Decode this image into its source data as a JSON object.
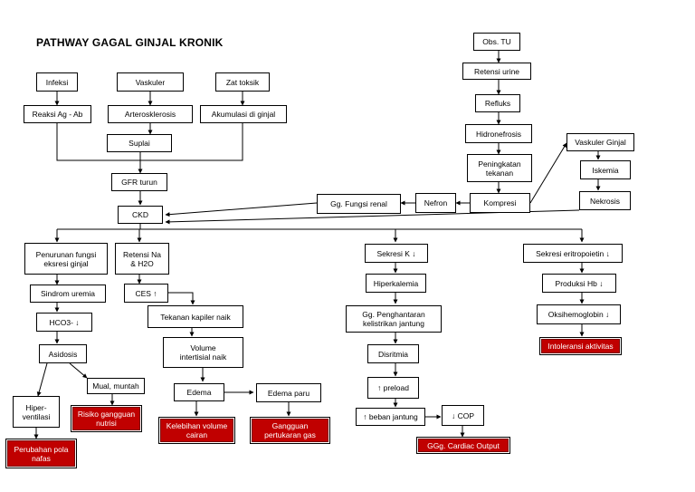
{
  "title": "PATHWAY GAGAL GINJAL KRONIK",
  "nodes": {
    "infeksi": "Infeksi",
    "vaskuler": "Vaskuler",
    "zat_toksik": "Zat toksik",
    "reaksi_ag_ab": "Reaksi Ag - Ab",
    "arterosklerosis": "Arterosklerosis",
    "akumulasi": "Akumulasi di ginjal",
    "suplai": "Suplai",
    "gfr_turun": "GFR turun",
    "ckd": "CKD",
    "obs_tu": "Obs. TU",
    "retensi_urine": "Retensi urine",
    "refluks": "Refluks",
    "hidronefrosis": "Hidronefrosis",
    "peningkatan_tekanan": "Peningkatan\ntekanan",
    "kompresi": "Kompresi",
    "nefron": "Nefron",
    "gg_fungsi_renal": "Gg. Fungsi renal",
    "vaskuler_ginjal": "Vaskuler Ginjal",
    "iskemia": "Iskemia",
    "nekrosis": "Nekrosis",
    "penurunan_fungsi": "Penurunan fungsi\neksresi ginjal",
    "sindrom_uremia": "Sindrom uremia",
    "hco3": "HCO3- ↓",
    "asidosis": "Asidosis",
    "mual_muntah": "Mual, muntah",
    "hiperventilasi": "Hiper-\nventilasi",
    "perubahan_pola_nafas": "Perubahan pola\nnafas",
    "risiko_nutrisi": "Risiko gangguan\nnutrisi",
    "retensi_na": "Retensi Na\n& H2O",
    "ces": "CES ↑",
    "tekanan_kapiler": "Tekanan kapiler naik",
    "volume_intertisial": "Volume\nintertisial naik",
    "edema": "Edema",
    "edema_paru": "Edema paru",
    "kelebihan_volume": "Kelebihan volume\ncairan",
    "gangguan_gas": "Gangguan\npertukaran gas",
    "sekresi_k": "Sekresi K ↓",
    "hiperkalemia": "Hiperkalemia",
    "gg_penghantaran": "Gg. Penghantaran\nkelistrikan jantung",
    "disritmia": "Disritmia",
    "preload": "↑ preload",
    "beban_jantung": "↑ beban jantung",
    "cop": "↓ COP",
    "cardiac_output": "GGg. Cardiac Output",
    "sekresi_eritropoietin": "Sekresi eritropoietin ↓",
    "produksi_hb": "Produksi Hb ↓",
    "oksihemoglobin": "Oksihemoglobin ↓",
    "intoleransi": "Intoleransi aktivitas"
  }
}
